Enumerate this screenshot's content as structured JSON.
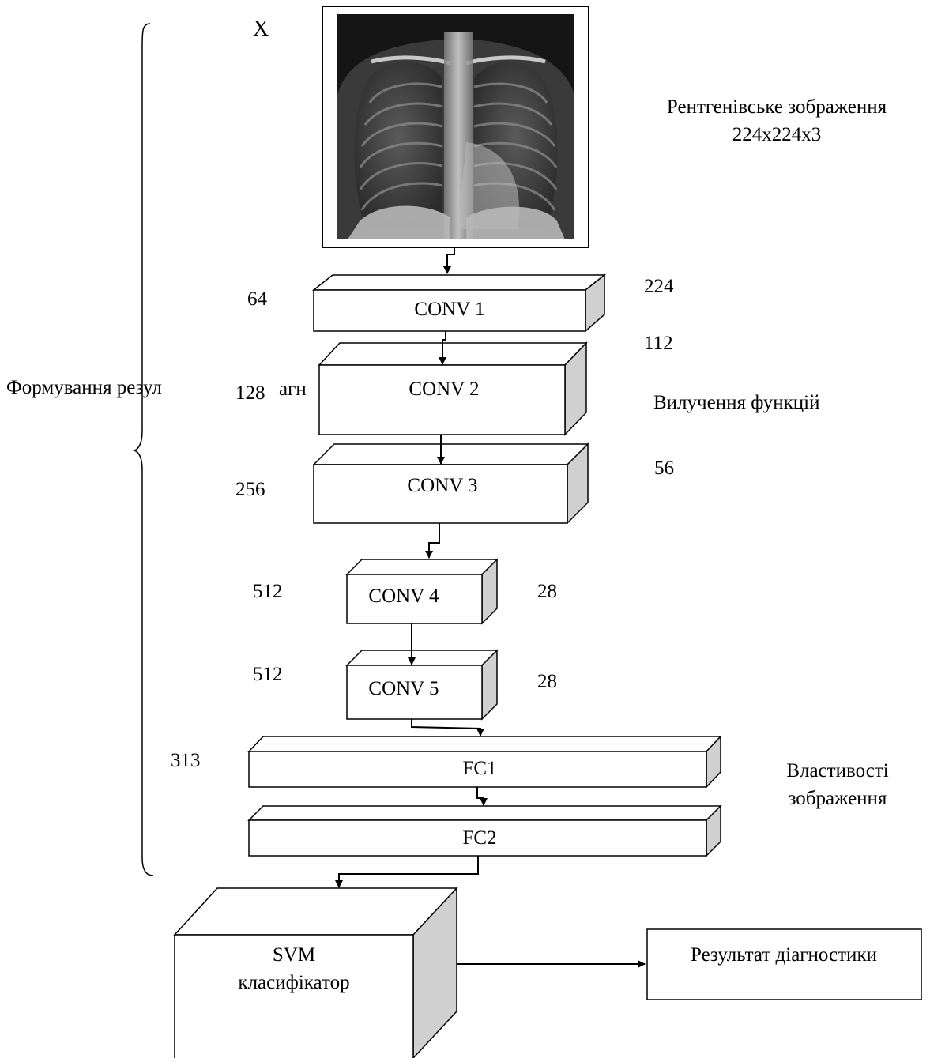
{
  "input_label": "X",
  "input_caption": [
    "Рентгенівське зображення",
    "224x224x3"
  ],
  "layers": {
    "conv1": {
      "label": "CONV 1",
      "depth": "64",
      "size": "224"
    },
    "conv2": {
      "label": "CONV 2",
      "depth": "128",
      "size": "112"
    },
    "conv3": {
      "label": "CONV 3",
      "depth": "256",
      "size": "56"
    },
    "conv4": {
      "label": "CONV 4",
      "depth": "512",
      "size": "28"
    },
    "conv5": {
      "label": "CONV 5",
      "depth": "512",
      "size": "28"
    },
    "fc1": {
      "label": "FC1",
      "depth": "313"
    },
    "fc2": {
      "label": "FC2"
    }
  },
  "feature_extraction_label": "Вилучення функцій",
  "image_properties_label": [
    "Властивості",
    "зображення"
  ],
  "brace_label": "Формування резул",
  "brace_label_fragment": "агн",
  "classifier_label": [
    "SVM",
    "класифікатор"
  ],
  "result_label": "Результат діагностики",
  "colors": {
    "stroke": "#000000",
    "side_face": "#d0d0d0",
    "xray_dark": "#141414",
    "xray_bone": "#bdbdbd"
  }
}
